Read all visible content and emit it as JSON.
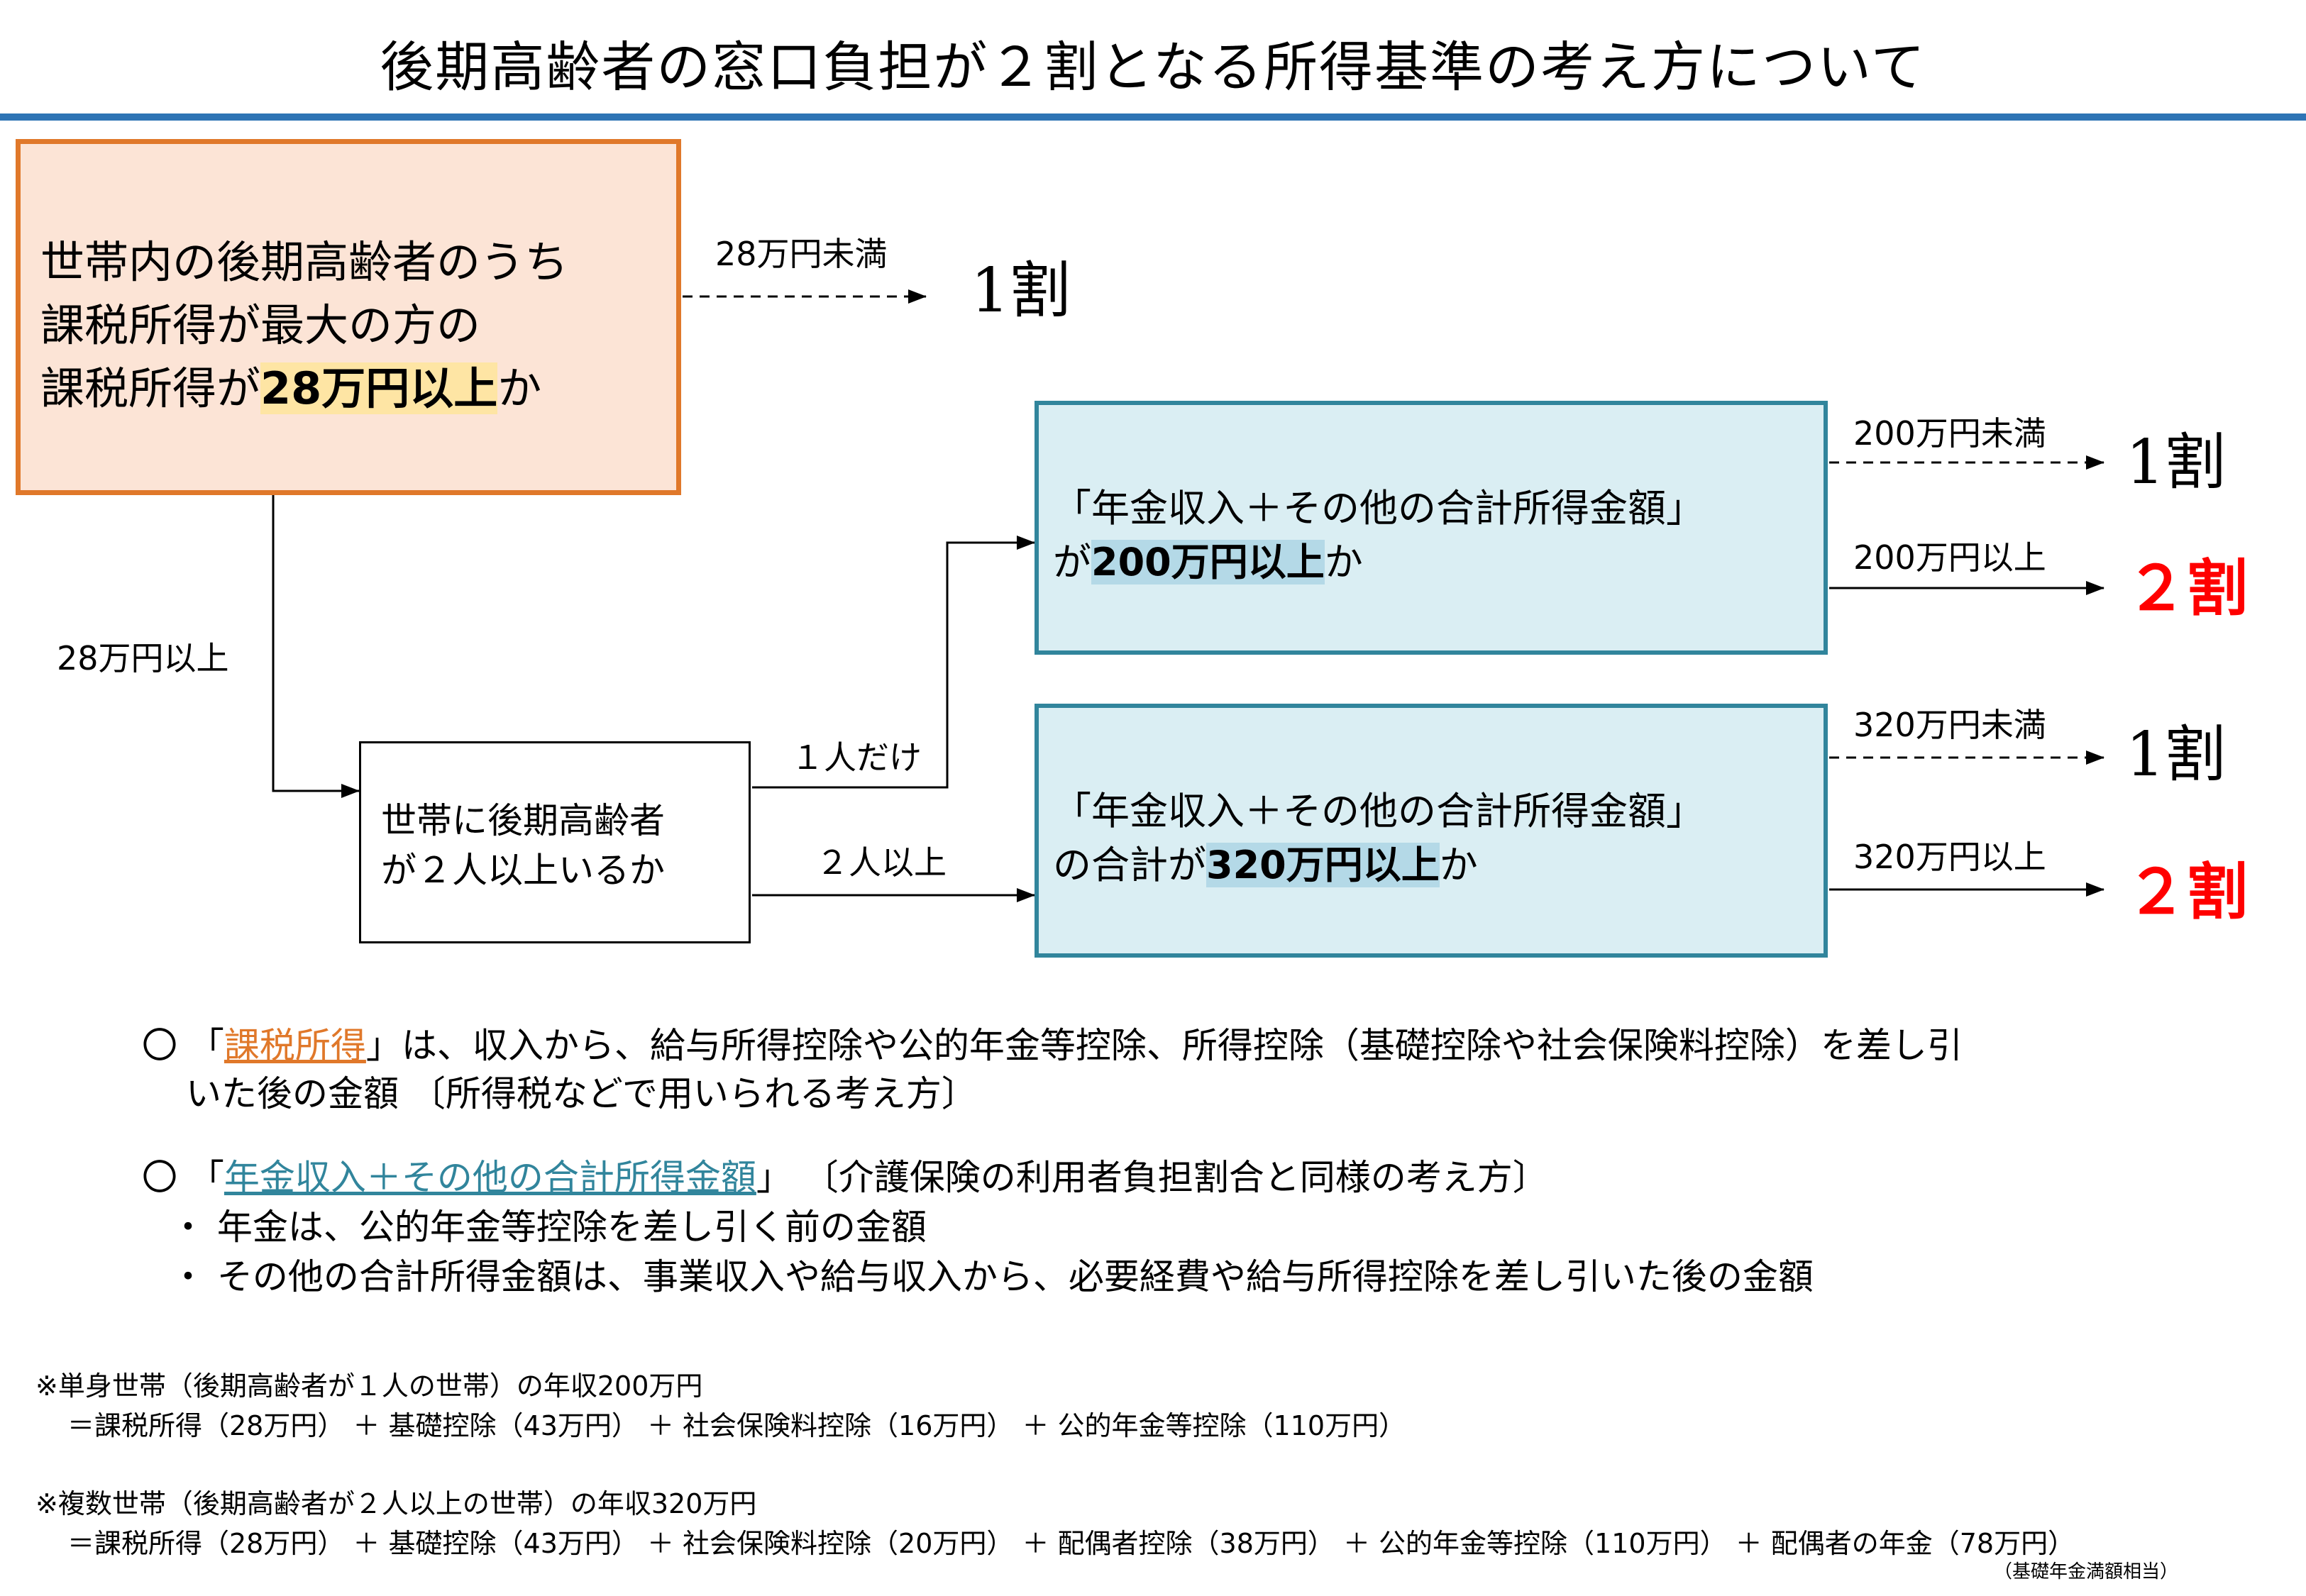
{
  "title": "後期高齢者の窓口負担が２割となる所得基準の考え方について",
  "start_box": {
    "line1": "世帯内の後期高齢者のうち",
    "line2": "課税所得が最大の方の",
    "line3_prefix": "課税所得が",
    "line3_highlight": "28万円以上",
    "line3_suffix": "か"
  },
  "branch_under_28": {
    "label": "28万円未満",
    "result": "1割"
  },
  "branch_28_or_more": {
    "label": "28万円以上"
  },
  "count_box": {
    "line1": "世帯に後期高齢者",
    "line2": "が２人以上いるか"
  },
  "branch_single": {
    "label": "１人だけ"
  },
  "branch_multiple": {
    "label": "２人以上"
  },
  "pension_box_single": {
    "line1": "「年金収入＋その他の合計所得金額」",
    "line2_prefix": "が",
    "line2_highlight": "200万円以上",
    "line2_suffix": "か",
    "under_label": "200万円未満",
    "under_result": "1割",
    "over_label": "200万円以上",
    "over_result": "２割"
  },
  "pension_box_multiple": {
    "line1": "「年金収入＋その他の合計所得金額」",
    "line2_prefix": "の合計が",
    "line2_highlight": "320万円以上",
    "line2_suffix": "か",
    "under_label": "320万円未満",
    "under_result": "1割",
    "over_label": "320万円以上",
    "over_result": "２割"
  },
  "notes": {
    "n1_prefix": "〇 「",
    "n1_keyword": "課税所得",
    "n1_suffix": "」は、収入から、給与所得控除や公的年金等控除、所得控除（基礎控除や社会保険料控除）を差し引",
    "n1_line2": "いた後の金額 〔所得税などで用いられる考え方〕",
    "n2_prefix": "〇 「",
    "n2_keyword": "年金収入＋その他の合計所得金額",
    "n2_suffix": "」 〔介護保険の利用者負担割合と同様の考え方〕",
    "bullet1": "・ 年金は、公的年金等控除を差し引く前の金額",
    "bullet2": "・ その他の合計所得金額は、事業収入や給与収入から、必要経費や給与所得控除を差し引いた後の金額"
  },
  "footnotes": {
    "f1_line1": "※単身世帯（後期高齢者が１人の世帯）の年収200万円",
    "f1_line2": "＝課税所得（28万円） ＋ 基礎控除（43万円） ＋ 社会保険料控除（16万円） ＋ 公的年金等控除（110万円）",
    "f2_line1": "※複数世帯（後期高齢者が２人以上の世帯）の年収320万円",
    "f2_line2": "＝課税所得（28万円） ＋ 基礎控除（43万円） ＋ 社会保険料控除（20万円） ＋ 配偶者控除（38万円） ＋ 公的年金等控除（110万円） ＋ 配偶者の年金（78万円）",
    "f2_note": "（基礎年金満額相当）"
  }
}
